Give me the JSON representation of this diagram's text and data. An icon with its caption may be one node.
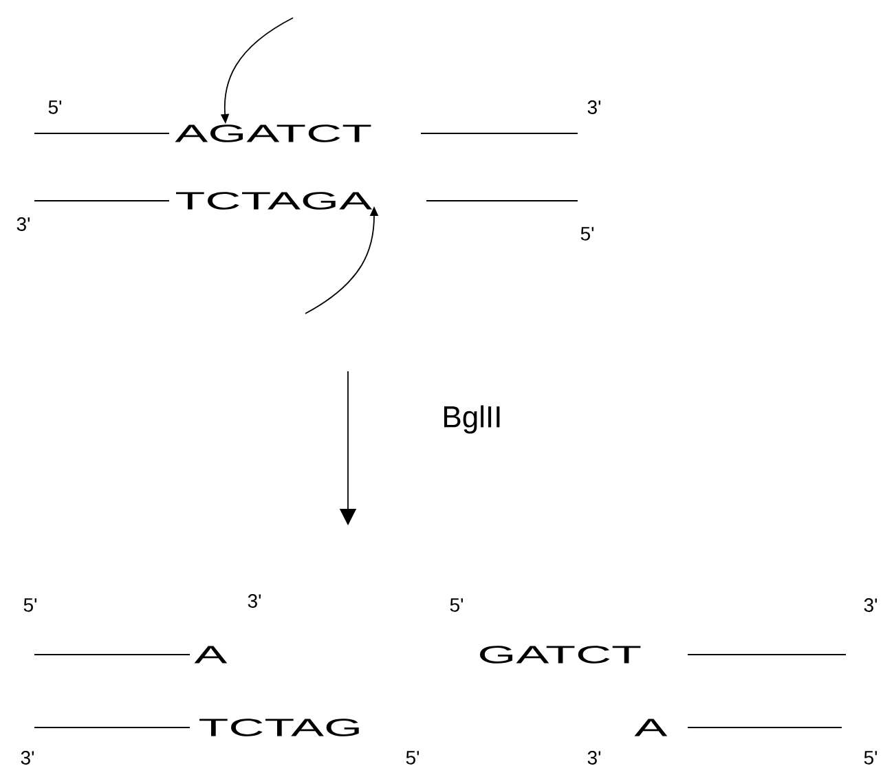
{
  "diagram": {
    "labels": [
      "5'",
      "3'",
      "AGATCT",
      "TCTAGA",
      "3'",
      "5'",
      "BglII",
      "5'",
      "3'",
      "5'",
      "3'",
      "A",
      "GATCT",
      "TCTAG",
      "A",
      "3'",
      "5'",
      "3'",
      "5'"
    ]
  }
}
